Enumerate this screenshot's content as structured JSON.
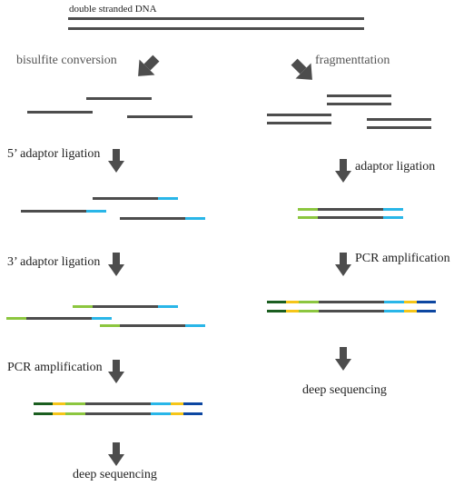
{
  "top_label": "double stranded DNA",
  "left": {
    "step1": "bisulfite conversion",
    "step2": "5’ adaptor ligation",
    "step3": "3’ adaptor ligation",
    "step4": "PCR amplification",
    "step5": "deep sequencing"
  },
  "right": {
    "step1": "fragmenttation",
    "step2": "adaptor ligation",
    "step3": "PCR amplification",
    "step4": "deep sequencing"
  },
  "colors": {
    "strand": "#4d4d4d",
    "arrow": "#4d4d4d",
    "adaptor_5": "#8cc63f",
    "adaptor_3": "#29b6e8",
    "barcode": "#f5c518",
    "index_5": "#1b5e20",
    "index_3": "#0d47a1"
  }
}
